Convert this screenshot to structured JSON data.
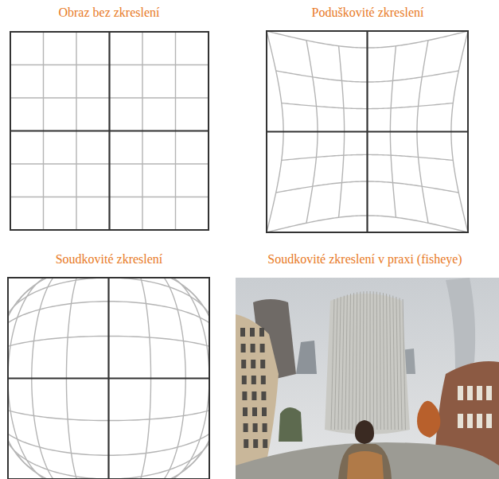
{
  "diagram": {
    "nodes": [
      {
        "text": [
          "Obraz bez zkreslení"
        ]
      },
      {
        "text": [
          "Poduškovité zkreslení"
        ]
      },
      {
        "text": [
          "Soudkovité zkreslení"
        ]
      },
      {
        "text": [
          "Soudkovité zkreslení v praxi (fisheye)"
        ]
      }
    ]
  }
}
